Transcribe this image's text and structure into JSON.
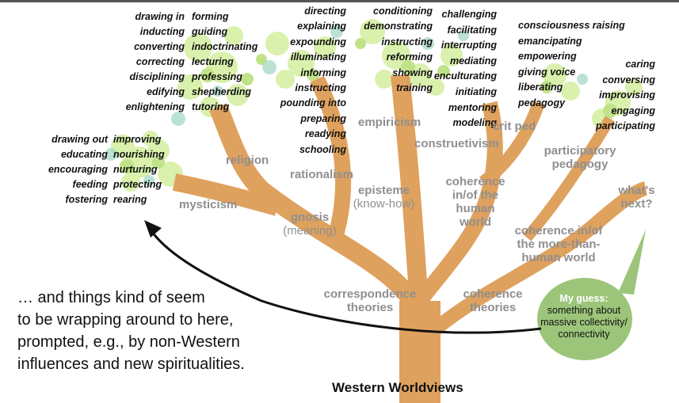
{
  "title": "Western Worldviews",
  "bottom_note": {
    "lines": [
      "… and things kind of seem",
      "to be wrapping around to here,",
      "prompted, e.g., by non-Western",
      "influences and new spiritualities."
    ]
  },
  "guess_bubble": {
    "heading": "My guess:",
    "lines": [
      "something about",
      "massive collectivity/",
      "connectivity"
    ]
  },
  "branch_labels": {
    "mysticism": "mysticism",
    "religion": "religion",
    "gnosis": "gnosis",
    "meaning": "(meaning)",
    "rationalism": "rationalism",
    "empiricism": "empiricism",
    "episteme": "episteme",
    "know_how": "(know-how)",
    "construetivism": "construetivism",
    "crit_ped": "crit ped",
    "participatory_pedagogy": "participatory pedagogy",
    "coherence_human": "coherence in/of the human world",
    "coherence_more_than_human": "coherence in/of the more-than-human world",
    "whats_next": "what's next?",
    "correspondence_theories": "correspondence theories",
    "coherence_theories": "coherence theories"
  },
  "word_groups": {
    "mysticism_left": [
      "drawing out",
      "educating",
      "encouraging",
      "feeding",
      "fostering"
    ],
    "mysticism_right": [
      "improving",
      "nourishing",
      "nurturing",
      "protecting",
      "rearing"
    ],
    "religion_left": [
      "drawing in",
      "inducting",
      "converting",
      "correcting",
      "disciplining",
      "edifying",
      "enlightening"
    ],
    "religion_right": [
      "forming",
      "guiding",
      "indoctrinating",
      "lecturing",
      "professing",
      "shepherding",
      "tutoring"
    ],
    "rationalism": [
      "directing",
      "explaining",
      "expounding",
      "illuminating",
      "informing",
      "instructing",
      "pounding into",
      "preparing",
      "readying",
      "schooling"
    ],
    "empiricism": [
      "conditioning",
      "demonstrating",
      "instructing",
      "reforming",
      "showing",
      "training"
    ],
    "construetivism": [
      "challenging",
      "facilitating",
      "interrupting",
      "mediating",
      "enculturating",
      "initiating",
      "mentoring",
      "modeling"
    ],
    "crit_ped": [
      "consciousness raising",
      "emancipating",
      "empowering",
      "giving voice",
      "liberating",
      "pedagogy"
    ],
    "participatory": [
      "caring",
      "conversing",
      "improvising",
      "engaging",
      "participating"
    ]
  },
  "colors": {
    "trunk": "#dfa15e",
    "leaves_light": "#d3ef9e",
    "leaves_mid": "#b6df76",
    "leaves_teal": "#8fd0b8",
    "bubble": "#9cc57a",
    "grey_label": "#8f8f8f",
    "arrow": "#111111"
  }
}
